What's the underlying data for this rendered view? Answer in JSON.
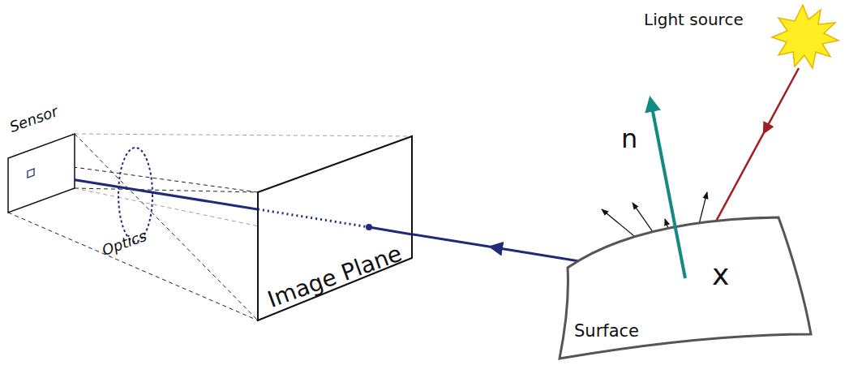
{
  "diagram": {
    "nodes": [
      {
        "text": [
          "Sensor"
        ]
      },
      {
        "text": [
          "Image Plane"
        ]
      },
      {
        "text": [
          "Surface"
        ]
      },
      {
        "text": [
          "Light source"
        ]
      }
    ],
    "edges": [
      {
        "from": 3,
        "to": 2,
        "arrow": "to"
      },
      {
        "from": 2,
        "to": 0,
        "arrow": "to"
      }
    ],
    "labels": [
      "Optics",
      "n",
      "x"
    ]
  }
}
